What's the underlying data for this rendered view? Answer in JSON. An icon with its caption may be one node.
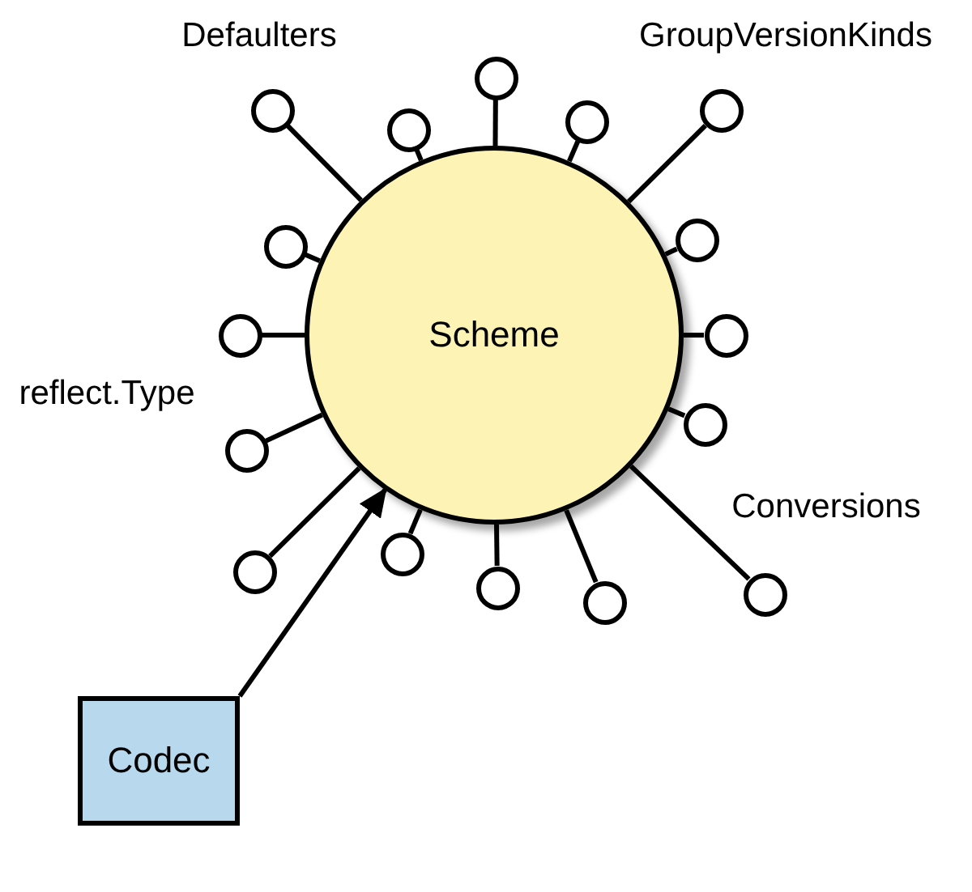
{
  "diagram": {
    "nodes": [
      {
        "text": [
          "Scheme"
        ]
      },
      {
        "text": [
          "Codec"
        ]
      },
      {
        "text": [],
        "shape": "circle"
      },
      {
        "text": [],
        "shape": "circle"
      },
      {
        "text": [],
        "shape": "circle"
      },
      {
        "text": [],
        "shape": "circle"
      },
      {
        "text": [],
        "shape": "circle"
      },
      {
        "text": [],
        "shape": "circle"
      },
      {
        "text": [],
        "shape": "circle"
      },
      {
        "text": [],
        "shape": "circle"
      },
      {
        "text": [],
        "shape": "circle"
      },
      {
        "text": [],
        "shape": "circle"
      },
      {
        "text": [],
        "shape": "circle"
      },
      {
        "text": [],
        "shape": "circle"
      },
      {
        "text": [],
        "shape": "circle"
      },
      {
        "text": [],
        "shape": "circle"
      },
      {
        "text": [],
        "shape": "circle"
      },
      {
        "text": [],
        "shape": "circle"
      }
    ],
    "edges": [
      {
        "from": 1,
        "to": 0,
        "arrow": "to"
      },
      {
        "from": 2,
        "to": 0,
        "arrow": "none"
      },
      {
        "from": 3,
        "to": 0,
        "arrow": "none"
      },
      {
        "from": 4,
        "to": 0,
        "arrow": "none"
      },
      {
        "from": 5,
        "to": 0,
        "arrow": "none"
      },
      {
        "from": 6,
        "to": 0,
        "arrow": "none"
      },
      {
        "from": 7,
        "to": 0,
        "arrow": "none"
      },
      {
        "from": 8,
        "to": 0,
        "arrow": "none"
      },
      {
        "from": 9,
        "to": 0,
        "arrow": "none"
      },
      {
        "from": 10,
        "to": 0,
        "arrow": "none"
      },
      {
        "from": 11,
        "to": 0,
        "arrow": "none"
      },
      {
        "from": 12,
        "to": 0,
        "arrow": "none"
      },
      {
        "from": 13,
        "to": 0,
        "arrow": "none"
      },
      {
        "from": 14,
        "to": 0,
        "arrow": "none"
      },
      {
        "from": 15,
        "to": 0,
        "arrow": "none"
      },
      {
        "from": 16,
        "to": 0,
        "arrow": "none"
      },
      {
        "from": 17,
        "to": 0,
        "arrow": "none"
      }
    ],
    "labels": [
      "Defaulters",
      "GroupVersionKinds",
      "reflect.Type",
      "Conversions"
    ]
  }
}
